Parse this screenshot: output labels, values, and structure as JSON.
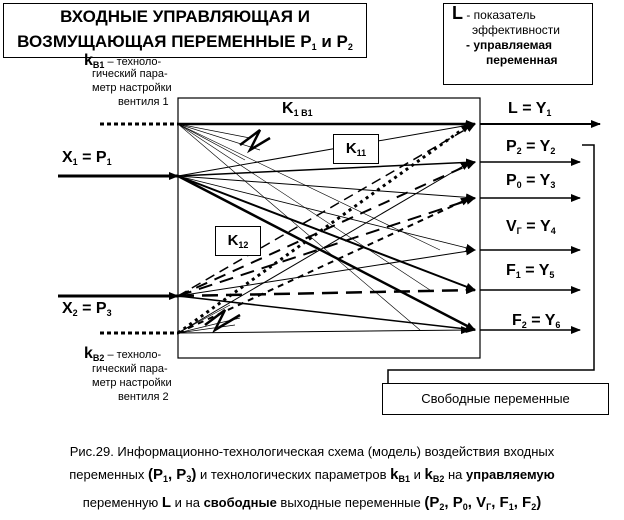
{
  "title": {
    "line1": "ВХОДНЫЕ УПРАВЛЯЮЩАЯ И",
    "line2": "ВОЗМУЩАЮЩАЯ ПЕРЕМЕННЫЕ",
    "p": "P",
    "sub1": "1",
    "and": "и",
    "sub2": "2"
  },
  "legend": {
    "l": "L",
    "dash_text": "- показатель",
    "line2": "эффективности",
    "line3": "- управляемая",
    "line4": "переменная"
  },
  "inputs": {
    "kb1_main": "k",
    "kb1_sub": "B1",
    "kb1_desc1": " – техноло-",
    "kb1_desc2": "гический пара-",
    "kb1_desc3": "метр настройки",
    "kb1_desc4": "вентиля  1",
    "x1": "X",
    "x1_sub": "1",
    "x1_eq": " = P",
    "x1_psub": "1",
    "x2": "X",
    "x2_sub": "2",
    "x2_eq": " = P",
    "x2_psub": "3",
    "kb2_main": "k",
    "kb2_sub": "B2",
    "kb2_desc1": " – техноло-",
    "kb2_desc2": "гический пара-",
    "kb2_desc3": "метр настройки",
    "kb2_desc4": "вентиля  2"
  },
  "coefficients": {
    "k1b1": "K",
    "k1b1_sub": "1 B1",
    "k11": "K",
    "k11_sub": "11",
    "k12": "K",
    "k12_sub": "12"
  },
  "outputs": [
    {
      "name": "L",
      "eq": " = Y",
      "sub": "1",
      "nsub": ""
    },
    {
      "name": "P",
      "eq": " = Y",
      "sub": "2",
      "nsub": "2"
    },
    {
      "name": "P",
      "eq": " = Y",
      "sub": "3",
      "nsub": "0"
    },
    {
      "name": "V",
      "eq": " = Y",
      "sub": "4",
      "nsub": "Г"
    },
    {
      "name": "F",
      "eq": " = Y",
      "sub": "5",
      "nsub": "1"
    },
    {
      "name": "F",
      "eq": " = Y",
      "sub": "6",
      "nsub": "2"
    }
  ],
  "free_box": "Свободные переменные",
  "caption": {
    "part1": "Рис.29. Информационно-технологическая схема (модель) воздействия входных",
    "part2a": "переменных ",
    "p1": "(P",
    "p1sub": "1",
    "comma": ", P",
    "p3sub": "3",
    "close": ")",
    "part2b": " и технологических параметров ",
    "k": "k",
    "kb1": "B1",
    "and": " и ",
    "kb2": "B2",
    "part2c": " на ",
    "controlled": "управляемую",
    "part3a": "переменную ",
    "L": "L",
    "part3b": " и   на ",
    "free": "свободные",
    "part3c": " выходные переменные ",
    "list": "(P",
    "l1": "2",
    "l2": ", P",
    "l3": "0",
    "l4": ", V",
    "l5": "Г",
    "l6": ", F",
    "l7": "1",
    "l8": ", F",
    "l9": "2",
    "l10": ")"
  }
}
